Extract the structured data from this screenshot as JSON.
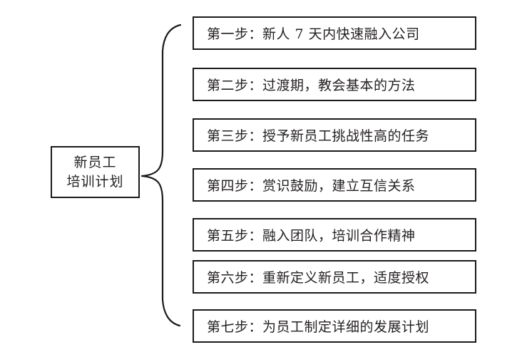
{
  "diagram": {
    "type": "bracket-list",
    "background_color": "#ffffff",
    "stroke_color": "#1a1a1a",
    "text_color": "#231f20",
    "root": {
      "lines": [
        "新员工",
        "培训计划"
      ]
    },
    "connector": {
      "name": "curly-brace",
      "orientation": "points-left"
    },
    "steps": [
      {
        "label": "第一步：新人 7 天内快速融入公司"
      },
      {
        "label": "第二步：过渡期，教会基本的方法"
      },
      {
        "label": "第三步：授予新员工挑战性高的任务"
      },
      {
        "label": "第四步：赏识鼓励，建立互信关系"
      },
      {
        "label": "第五步：融入团队，培训合作精神"
      },
      {
        "label": "第六步：重新定义新员工，适度授权"
      },
      {
        "label": "第七步：为员工制定详细的发展计划"
      }
    ]
  }
}
